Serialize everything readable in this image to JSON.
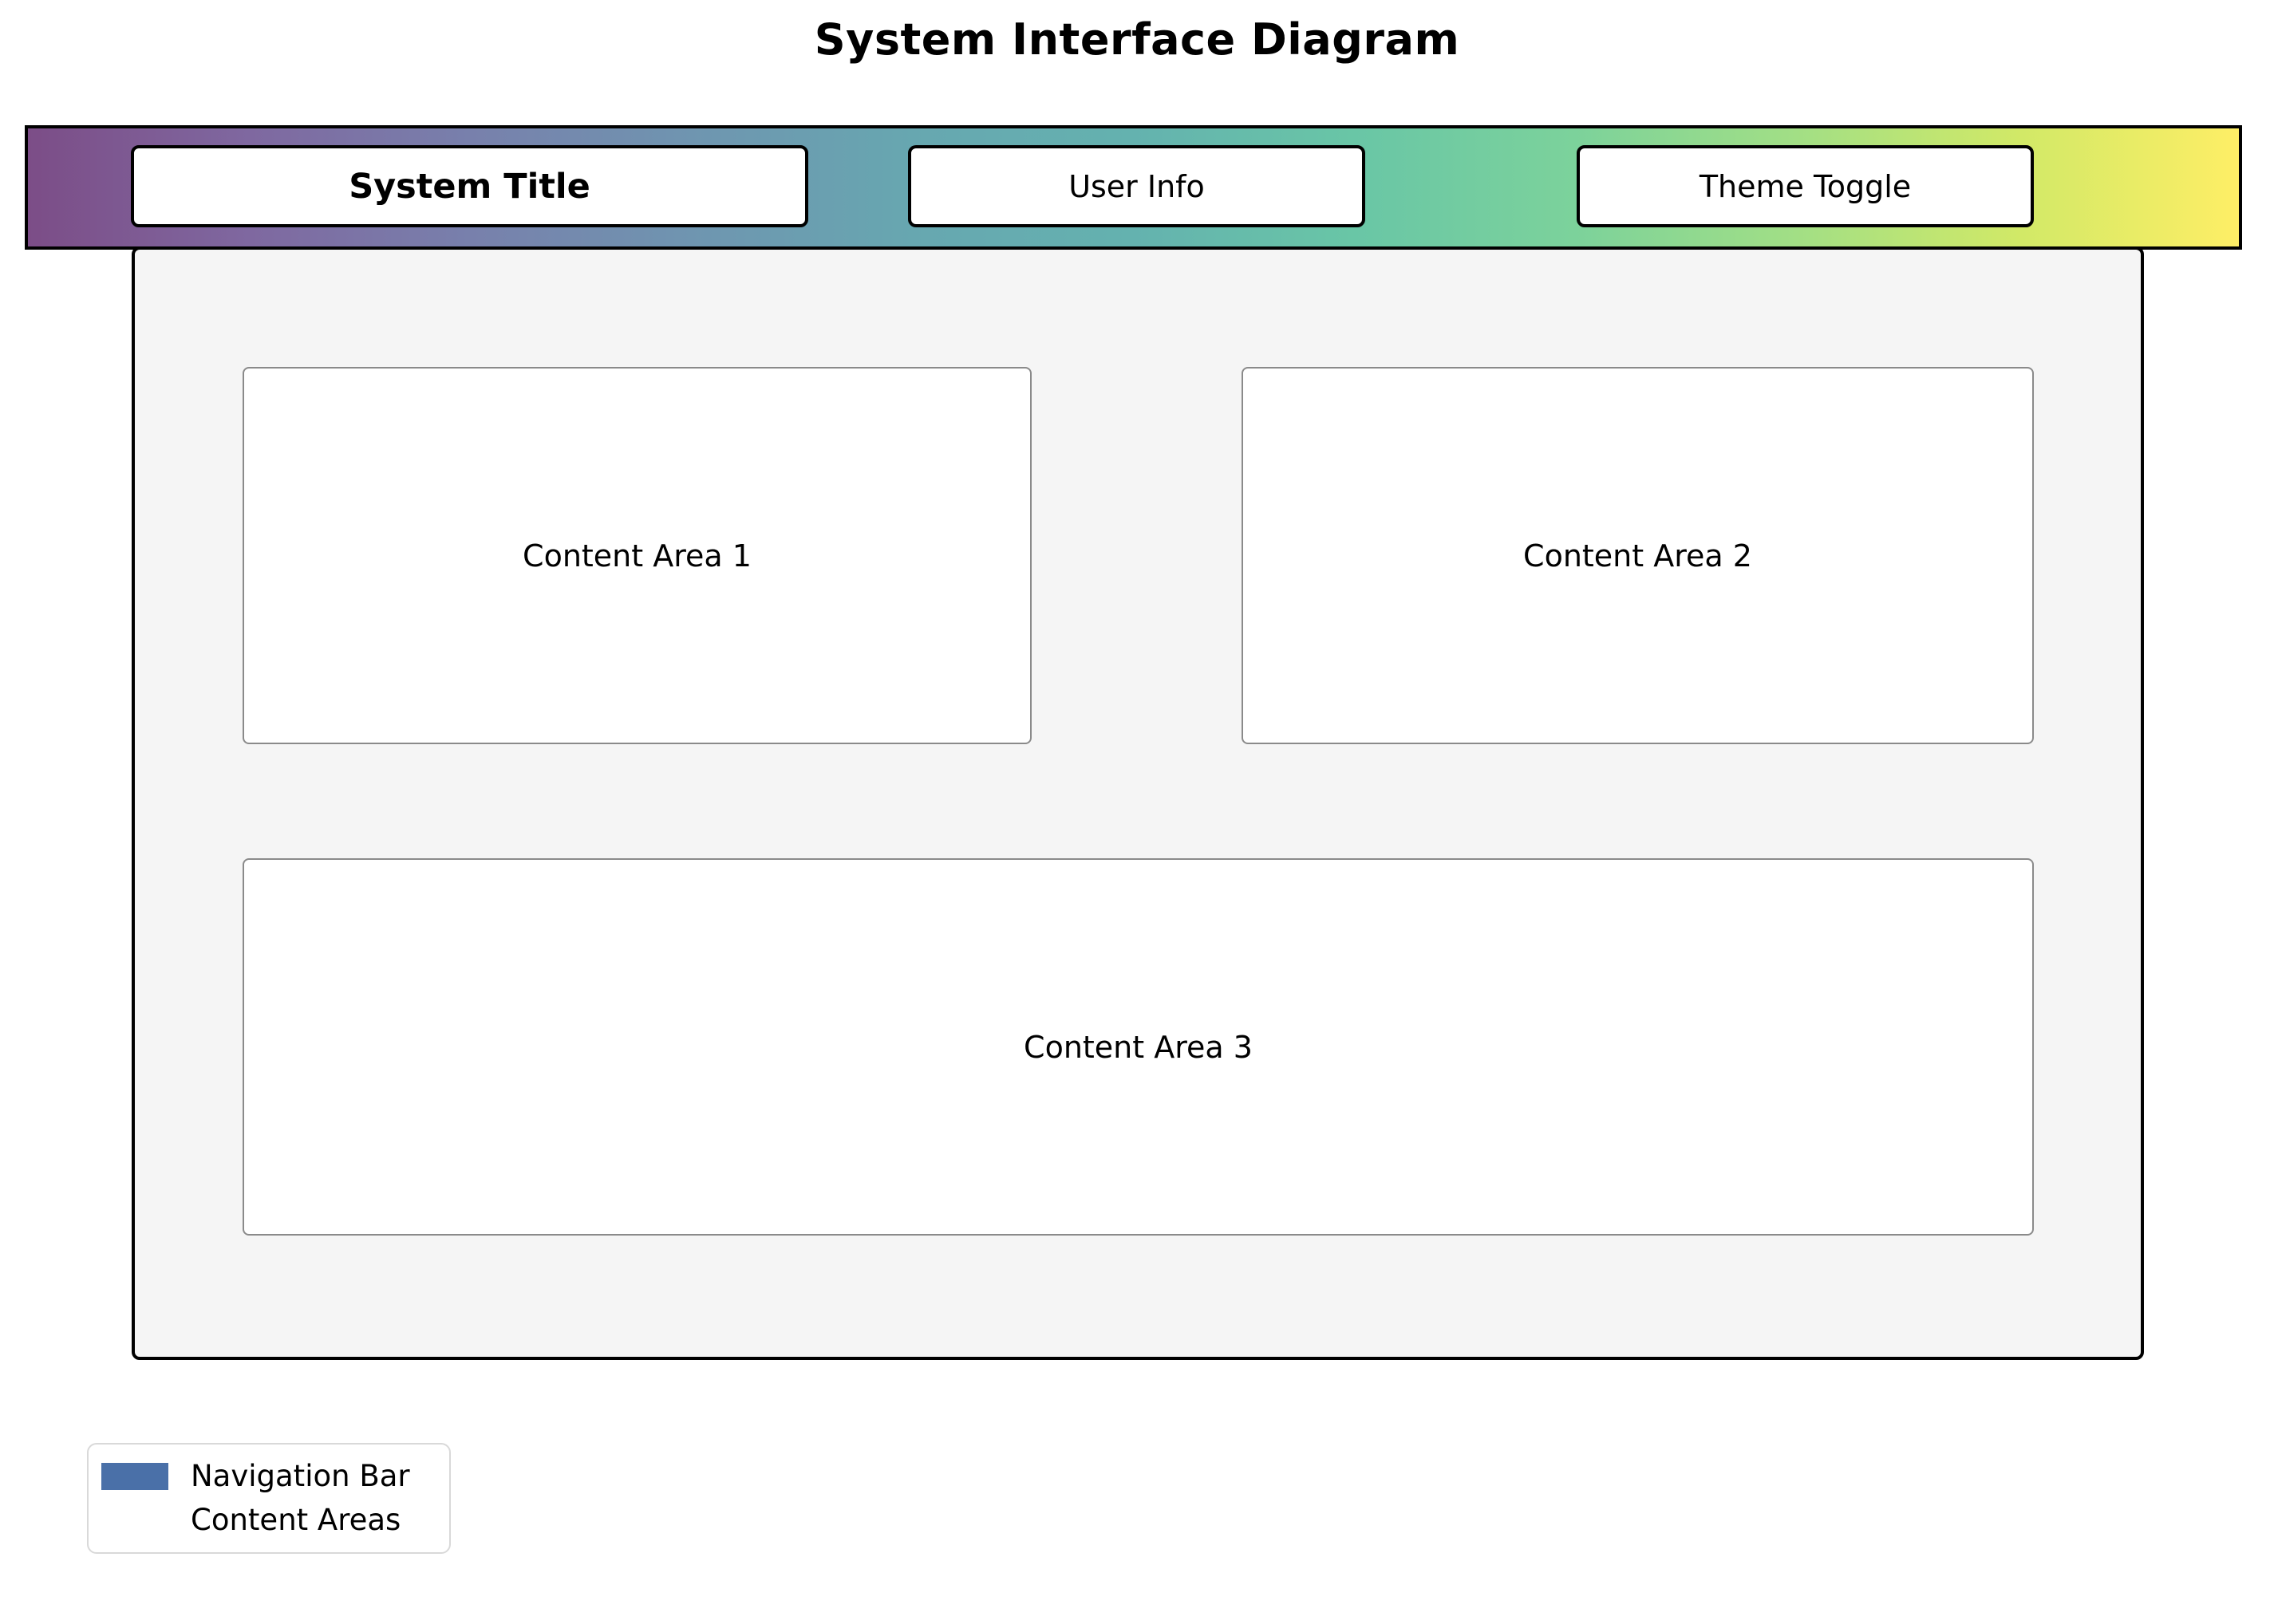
{
  "page": {
    "title": "System Interface Diagram"
  },
  "navbar": {
    "gradient": [
      "#7c4d87",
      "#7f68a0",
      "#7880ac",
      "#6f95b0",
      "#67a7b0",
      "#64b2af",
      "#69c6a6",
      "#7cd29b",
      "#a2df85",
      "#d1e967",
      "#feee66"
    ],
    "border_color": "#000000",
    "items": [
      {
        "label": "System Title",
        "style": "bold"
      },
      {
        "label": "User Info",
        "style": "regular"
      },
      {
        "label": "Theme Toggle",
        "style": "regular"
      }
    ]
  },
  "main_panel": {
    "background": "#f5f5f5",
    "content_areas": [
      {
        "label": "Content Area 1"
      },
      {
        "label": "Content Area 2"
      },
      {
        "label": "Content Area 3"
      }
    ]
  },
  "legend": {
    "items": [
      {
        "label": "Navigation Bar",
        "swatch_color": "#4a70a8"
      },
      {
        "label": "Content Areas",
        "swatch_color": "#ffffff"
      }
    ]
  }
}
